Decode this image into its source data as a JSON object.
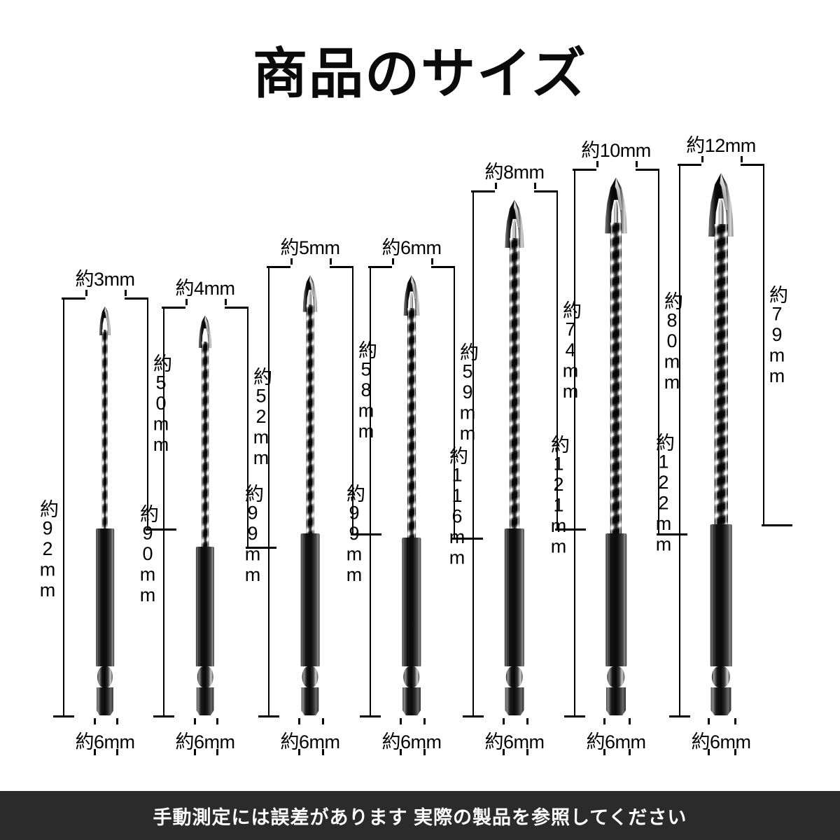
{
  "title": "商品のサイズ",
  "disclaimer": "手動測定には誤差があります 実際の製品を参照してください",
  "bits": [
    {
      "id": "bit-3mm",
      "diameter_label": "約3mm",
      "flute_label": "約50mm",
      "total_label": "約92mm",
      "shank_label": "約6mm",
      "diameter_mm": 3,
      "flute_mm": 50,
      "total_mm": 92,
      "shank_mm": 6
    },
    {
      "id": "bit-4mm",
      "diameter_label": "約4mm",
      "flute_label": "約52mm",
      "total_label": "約90mm",
      "shank_label": "約6mm",
      "diameter_mm": 4,
      "flute_mm": 52,
      "total_mm": 90,
      "shank_mm": 6
    },
    {
      "id": "bit-5mm",
      "diameter_label": "約5mm",
      "flute_label": "約58mm",
      "total_label": "約99mm",
      "shank_label": "約6mm",
      "diameter_mm": 5,
      "flute_mm": 58,
      "total_mm": 99,
      "shank_mm": 6
    },
    {
      "id": "bit-6mm",
      "diameter_label": "約6mm",
      "flute_label": "約59mm",
      "total_label": "約99mm",
      "shank_label": "約6mm",
      "diameter_mm": 6,
      "flute_mm": 59,
      "total_mm": 99,
      "shank_mm": 6
    },
    {
      "id": "bit-8mm",
      "diameter_label": "約8mm",
      "flute_label": "約74mm",
      "total_label": "約116mm",
      "shank_label": "約6mm",
      "diameter_mm": 8,
      "flute_mm": 74,
      "total_mm": 116,
      "shank_mm": 6
    },
    {
      "id": "bit-10mm",
      "diameter_label": "約10mm",
      "flute_label": "約80mm",
      "total_label": "約121mm",
      "shank_label": "約6mm",
      "diameter_mm": 10,
      "flute_mm": 80,
      "total_mm": 121,
      "shank_mm": 6
    },
    {
      "id": "bit-12mm",
      "diameter_label": "約12mm",
      "flute_label": "約79mm",
      "total_label": "約122mm",
      "shank_label": "約6mm",
      "diameter_mm": 12,
      "flute_mm": 79,
      "total_mm": 122,
      "shank_mm": 6
    }
  ],
  "colors": {
    "background": "#ffffff",
    "text": "#000000",
    "banner_background": "#2b2b2b",
    "banner_text": "#ffffff",
    "dimension_line": "#000000"
  }
}
